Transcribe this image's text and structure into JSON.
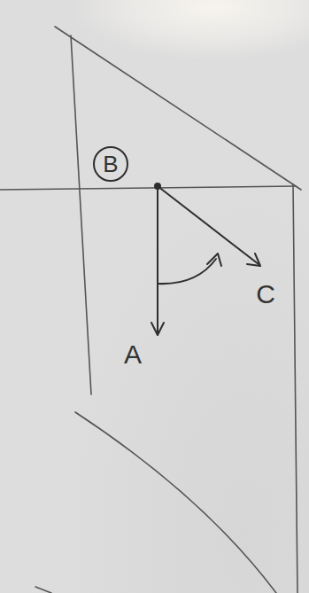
{
  "diagram": {
    "nodes": [
      {
        "text": [
          "B"
        ]
      }
    ],
    "labels": [
      "C",
      "A"
    ]
  }
}
